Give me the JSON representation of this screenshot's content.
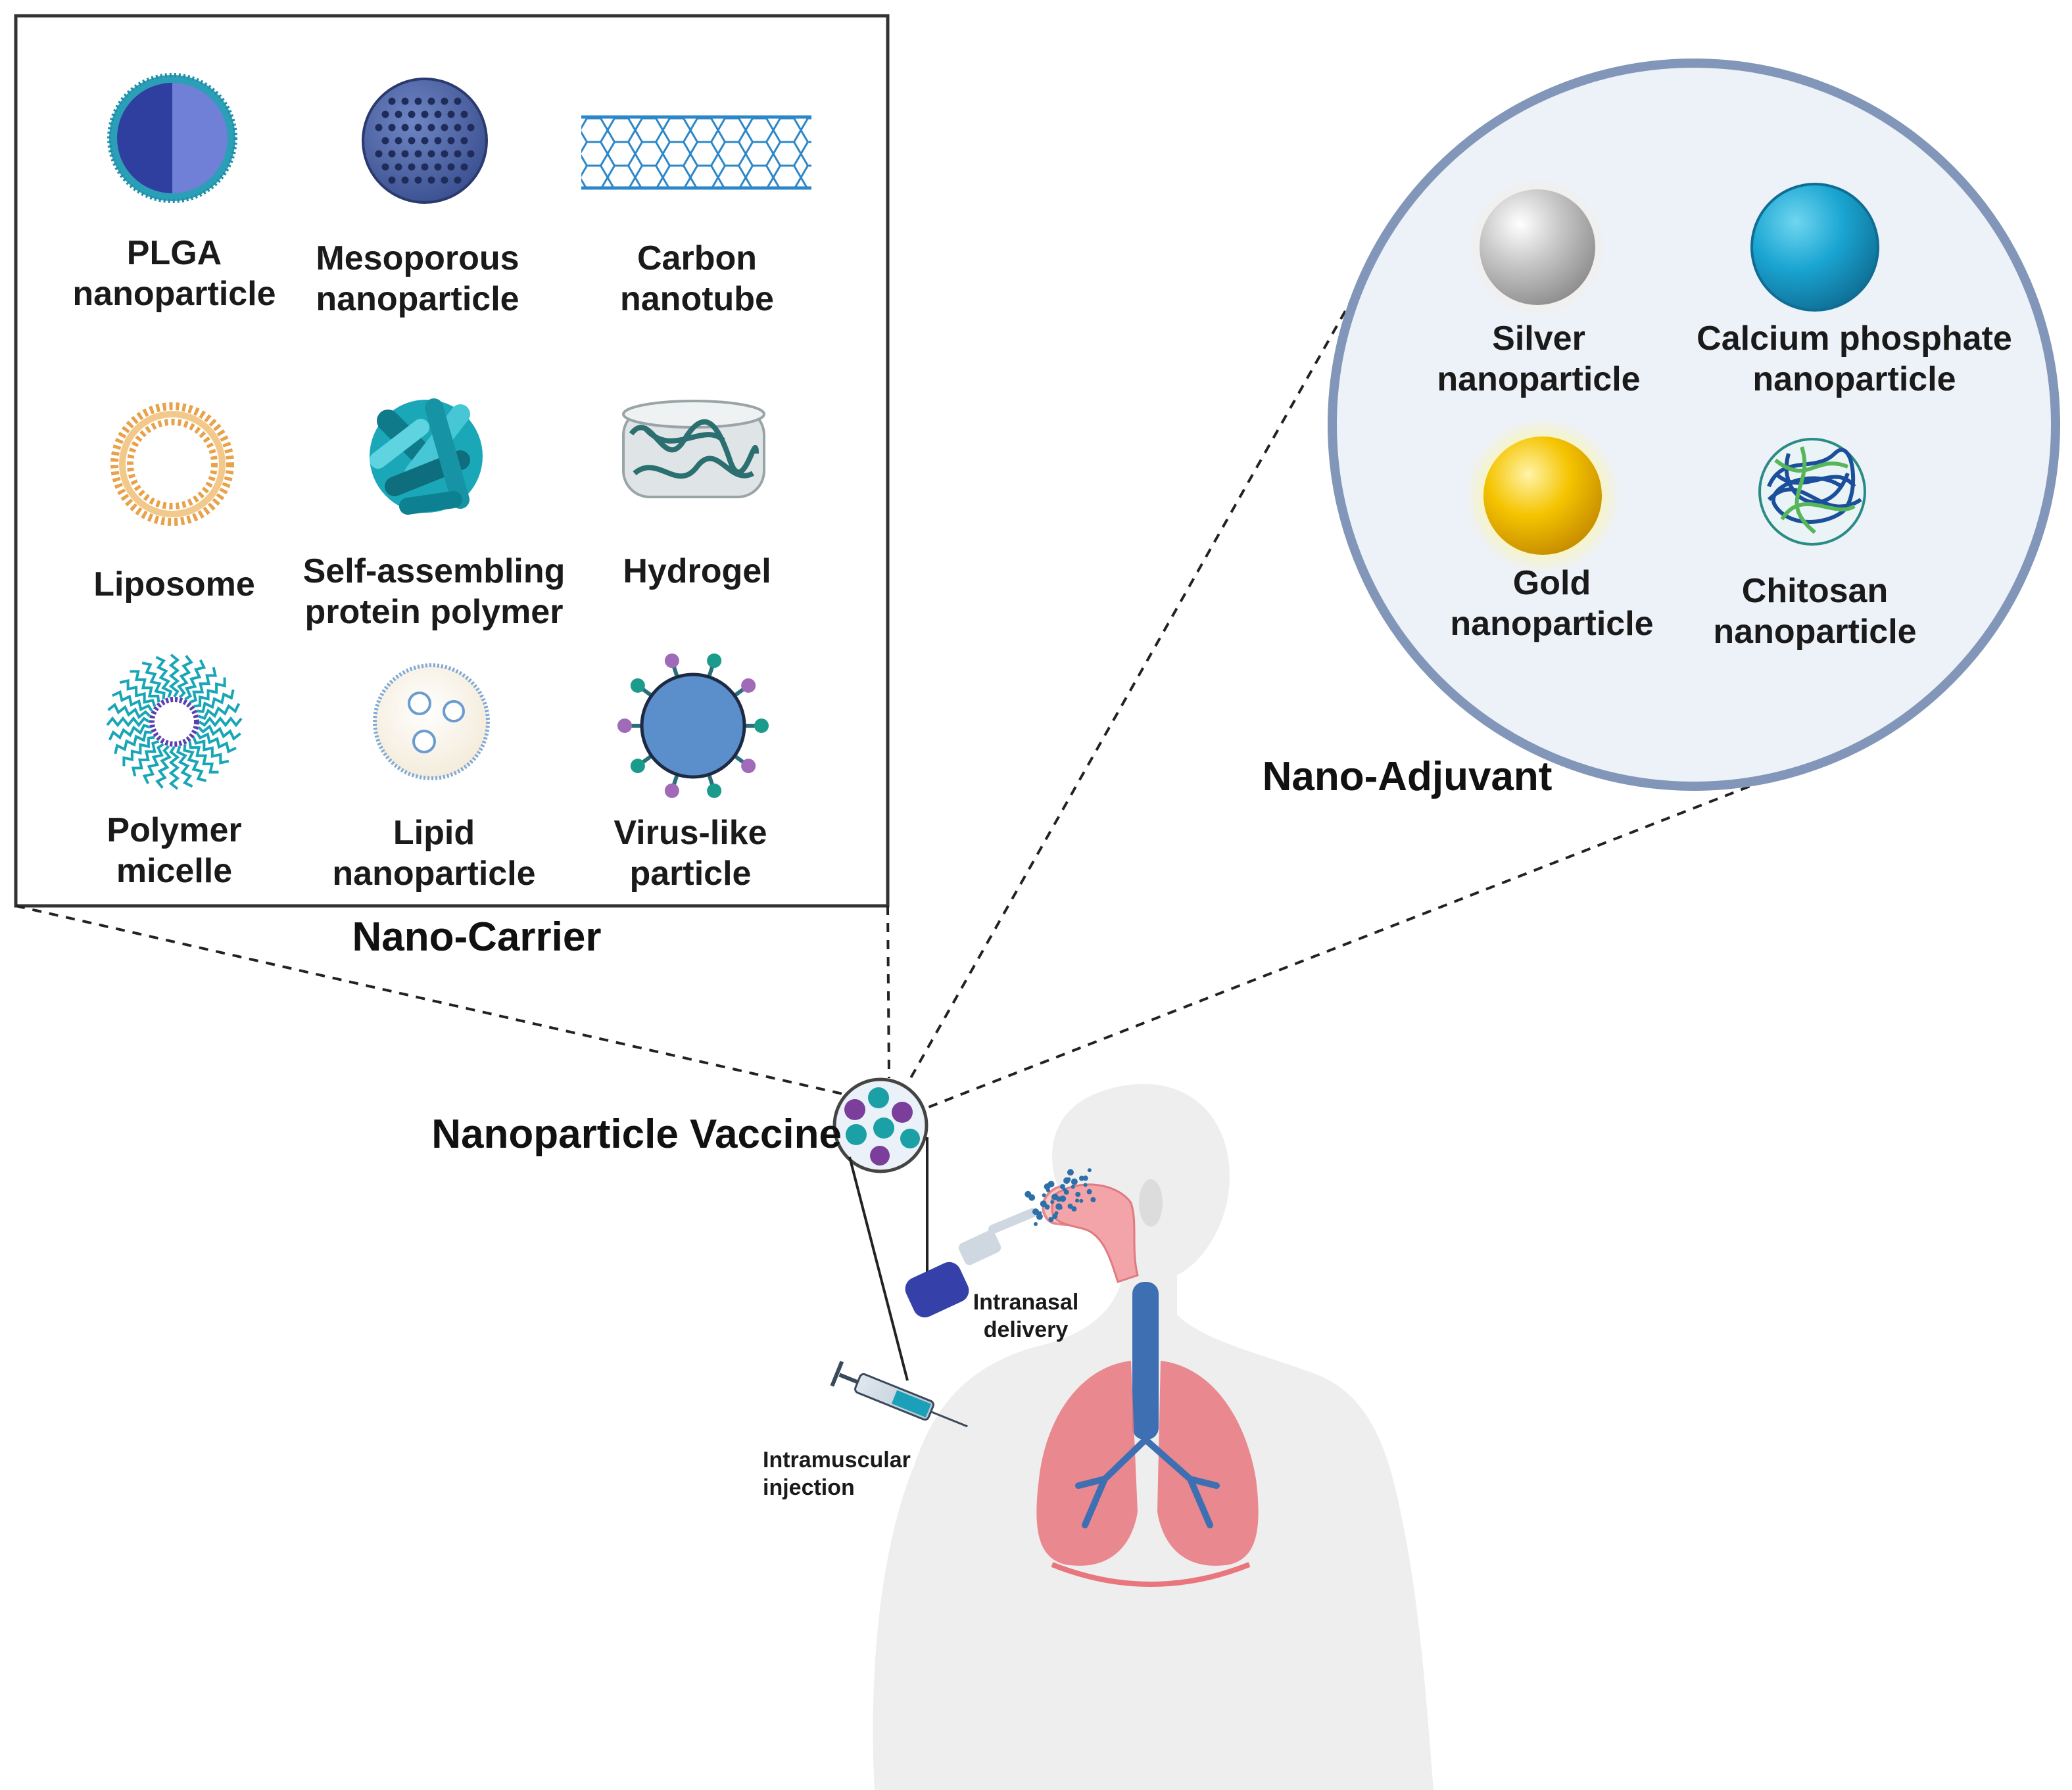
{
  "nano_carrier": {
    "title": "Nano-Carrier",
    "items": [
      {
        "line1": "PLGA",
        "line2": "nanoparticle",
        "icon": "plga-nanoparticle-icon"
      },
      {
        "line1": "Mesoporous",
        "line2": "nanoparticle",
        "icon": "mesoporous-nanoparticle-icon"
      },
      {
        "line1": "Carbon",
        "line2": "nanotube",
        "icon": "carbon-nanotube-icon"
      },
      {
        "line1": "Liposome",
        "line2": "",
        "icon": "liposome-icon"
      },
      {
        "line1": "Self-assembling",
        "line2": "protein polymer",
        "icon": "protein-polymer-icon"
      },
      {
        "line1": "Hydrogel",
        "line2": "",
        "icon": "hydrogel-icon"
      },
      {
        "line1": "Polymer",
        "line2": "micelle",
        "icon": "polymer-micelle-icon"
      },
      {
        "line1": "Lipid",
        "line2": "nanoparticle",
        "icon": "lipid-nanoparticle-icon"
      },
      {
        "line1": "Virus-like",
        "line2": "particle",
        "icon": "virus-like-particle-icon"
      }
    ]
  },
  "nano_adjuvant": {
    "title": "Nano-Adjuvant",
    "items": [
      {
        "line1": "Silver",
        "line2": "nanoparticle",
        "icon": "silver-nanoparticle-icon"
      },
      {
        "line1": "Calcium phosphate",
        "line2": "nanoparticle",
        "icon": "calcium-phosphate-nanoparticle-icon"
      },
      {
        "line1": "Gold",
        "line2": "nanoparticle",
        "icon": "gold-nanoparticle-icon"
      },
      {
        "line1": "Chitosan",
        "line2": "nanoparticle",
        "icon": "chitosan-nanoparticle-icon"
      }
    ]
  },
  "vaccine": {
    "title": "Nanoparticle Vaccine",
    "intranasal": {
      "line1": "Intranasal",
      "line2": "delivery"
    },
    "intramuscular": {
      "line1": "Intramuscular",
      "line2": "injection"
    }
  },
  "colors": {
    "adjuvant_ring": "#8196b8",
    "adjuvant_fill": "#edf1f8",
    "lungs": "#e8767c",
    "airway": "#3f6fb3",
    "body": "#eeeeee"
  }
}
